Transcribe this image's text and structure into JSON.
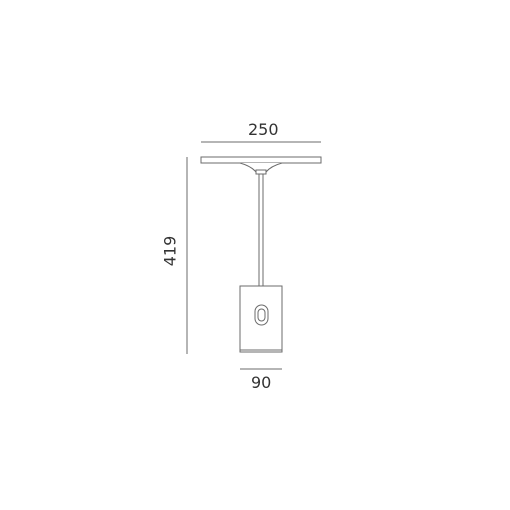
{
  "dimensions": {
    "width": "250",
    "height": "419",
    "base_width": "90"
  },
  "colors": {
    "line": "#6b6b6b",
    "text": "#333333"
  }
}
